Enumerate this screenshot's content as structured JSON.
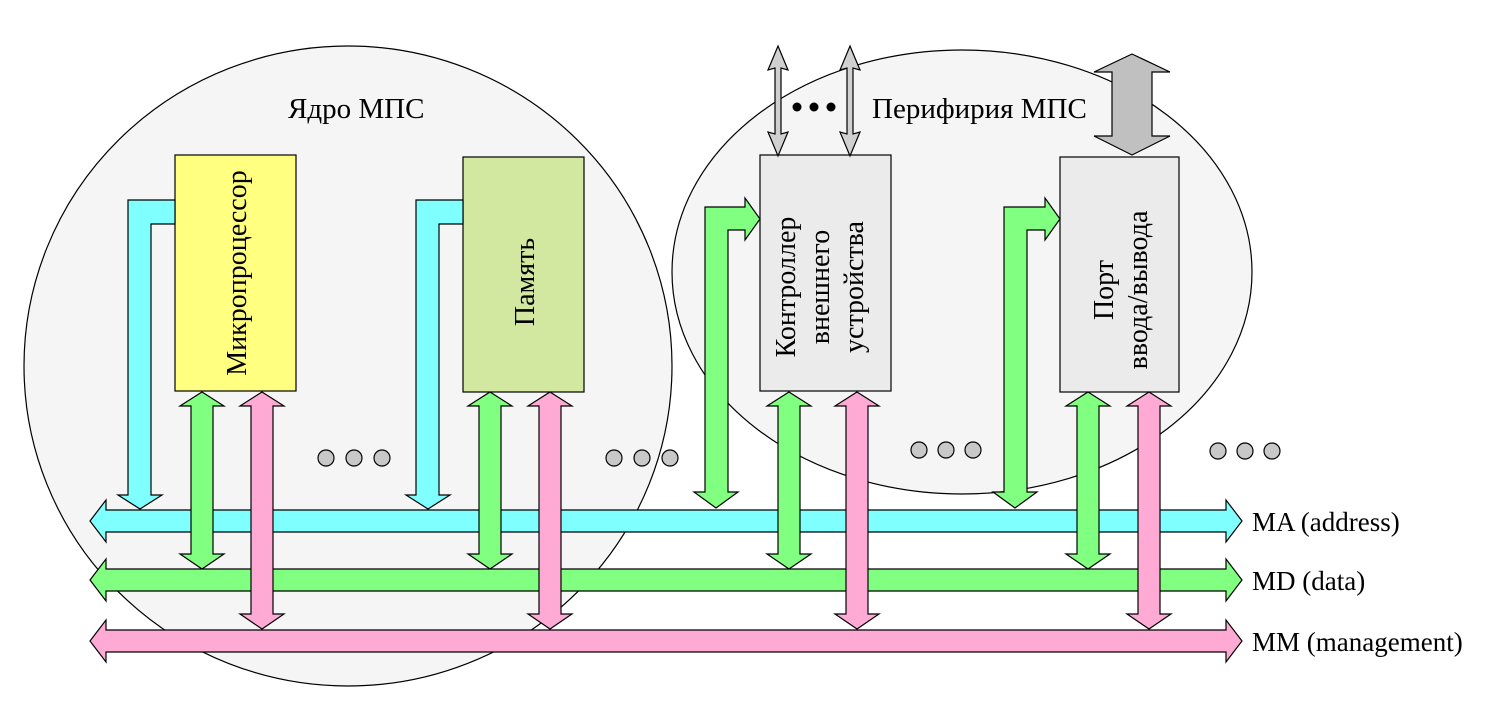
{
  "regions": {
    "core_label": "Ядро МПС",
    "periphery_label": "Перифирия МПС"
  },
  "blocks": {
    "microprocessor": {
      "lines": [
        "Микропроцессор"
      ],
      "color": "#ffff80"
    },
    "memory": {
      "lines": [
        "Память"
      ],
      "color": "#d2e8a0"
    },
    "device_controller": {
      "lines": [
        "Контроллер",
        "внешнего",
        "устройства"
      ],
      "color": "#ebebeb"
    },
    "io_port": {
      "lines": [
        "Порт",
        "ввода/вывода"
      ],
      "color": "#ebebeb"
    }
  },
  "buses": {
    "address": {
      "label": "MA (address)",
      "color": "#80ffff"
    },
    "data": {
      "label": "MD (data)",
      "color": "#80ff80"
    },
    "management": {
      "label": "MM (management)",
      "color": "#ffaad4"
    }
  },
  "colors": {
    "region_fill": "#f5f5f5",
    "io_arrow": "#c0c0c0",
    "ellipsis_dot": "#c8c8c8",
    "small_arrow": "#d0d0d0"
  },
  "icons": {
    "ellipsis": "three-dots",
    "bus_arrow": "double-headed-arrow"
  }
}
